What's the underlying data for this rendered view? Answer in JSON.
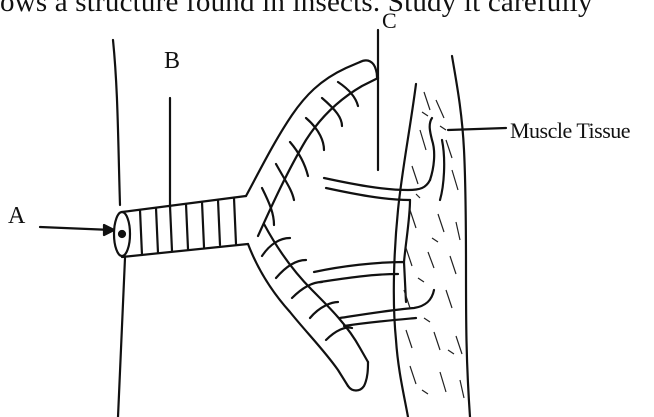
{
  "header": {
    "text": "ows a structure found in insects. Study it carefully"
  },
  "labels": {
    "a": "A",
    "b": "B",
    "c": "C",
    "muscle": "Muscle Tissue"
  }
}
